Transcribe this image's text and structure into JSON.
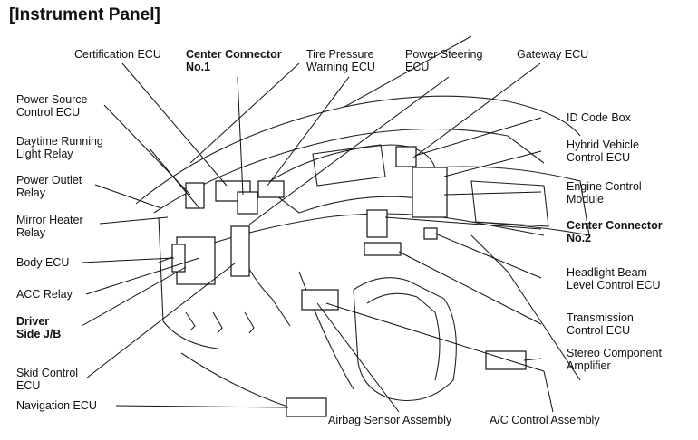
{
  "title": "[Instrument Panel]",
  "labels": {
    "certification_ecu": "Certification ECU",
    "center_connector_1": [
      "Center Connector",
      "No.1"
    ],
    "tire_pressure": [
      "Tire Pressure",
      "Warning ECU"
    ],
    "power_steering": [
      "Power Steering",
      "ECU"
    ],
    "gateway_ecu": "Gateway ECU",
    "power_source": [
      "Power Source",
      "Control ECU"
    ],
    "daytime_running": [
      "Daytime Running",
      "Light Relay"
    ],
    "power_outlet": [
      "Power Outlet",
      "Relay"
    ],
    "mirror_heater": [
      "Mirror Heater",
      "Relay"
    ],
    "body_ecu": "Body ECU",
    "acc_relay": "ACC Relay",
    "driver_side_jb": [
      "Driver",
      "Side J/B"
    ],
    "skid_control": [
      "Skid Control",
      "ECU"
    ],
    "navigation_ecu": "Navigation ECU",
    "airbag_sensor": "Airbag Sensor Assembly",
    "ac_control": "A/C Control Assembly",
    "id_code_box": "ID Code Box",
    "hybrid_vehicle": [
      "Hybrid Vehicle",
      "Control ECU"
    ],
    "engine_control": [
      "Engine Control",
      "Module"
    ],
    "center_connector_2": [
      "Center Connector",
      "No.2"
    ],
    "headlight_beam": [
      "Headlight Beam",
      "Level Control ECU"
    ],
    "transmission": [
      "Transmission",
      "Control ECU"
    ],
    "stereo": [
      "Stereo Component",
      "Amplifier"
    ]
  }
}
